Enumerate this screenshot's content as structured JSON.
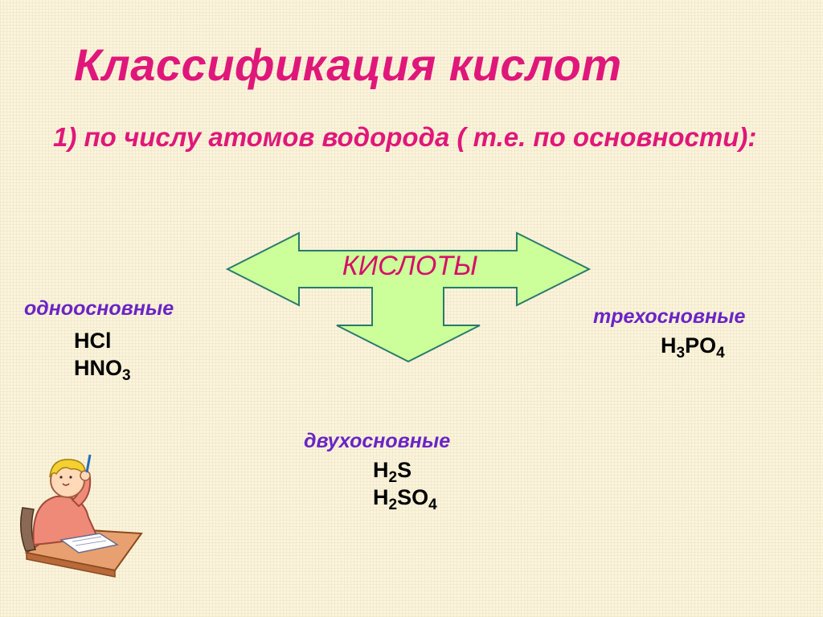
{
  "slide": {
    "title": "Классификация кислот",
    "subtitle": "1) по числу атомов водорода ( т.е. по основности):"
  },
  "diagram": {
    "center_label": "КИСЛОТЫ",
    "arrow_fill": "#ccff99",
    "arrow_stroke": "#2a7a6e",
    "groups": {
      "mono": {
        "label": "одноосновные",
        "formulas": [
          {
            "parts": [
              {
                "t": "HCl"
              }
            ]
          },
          {
            "parts": [
              {
                "t": "HNO"
              },
              {
                "t": "3",
                "sub": true
              }
            ]
          }
        ]
      },
      "di": {
        "label": "двухосновные",
        "formulas": [
          {
            "parts": [
              {
                "t": "H"
              },
              {
                "t": "2",
                "sub": true
              },
              {
                "t": "S"
              }
            ]
          },
          {
            "parts": [
              {
                "t": "H"
              },
              {
                "t": "2",
                "sub": true
              },
              {
                "t": "SO"
              },
              {
                "t": "4",
                "sub": true
              }
            ]
          }
        ]
      },
      "tri": {
        "label": "трехосновные",
        "formulas": [
          {
            "parts": [
              {
                "t": "H"
              },
              {
                "t": "3",
                "sub": true
              },
              {
                "t": "PO"
              },
              {
                "t": "4",
                "sub": true
              }
            ]
          }
        ]
      }
    }
  },
  "colors": {
    "title": "#e0177a",
    "category": "#6a24c6",
    "formula": "#000000",
    "background": "#fbf4dc"
  },
  "decor": {
    "illustration_icon": "thinking-student-clipart"
  }
}
